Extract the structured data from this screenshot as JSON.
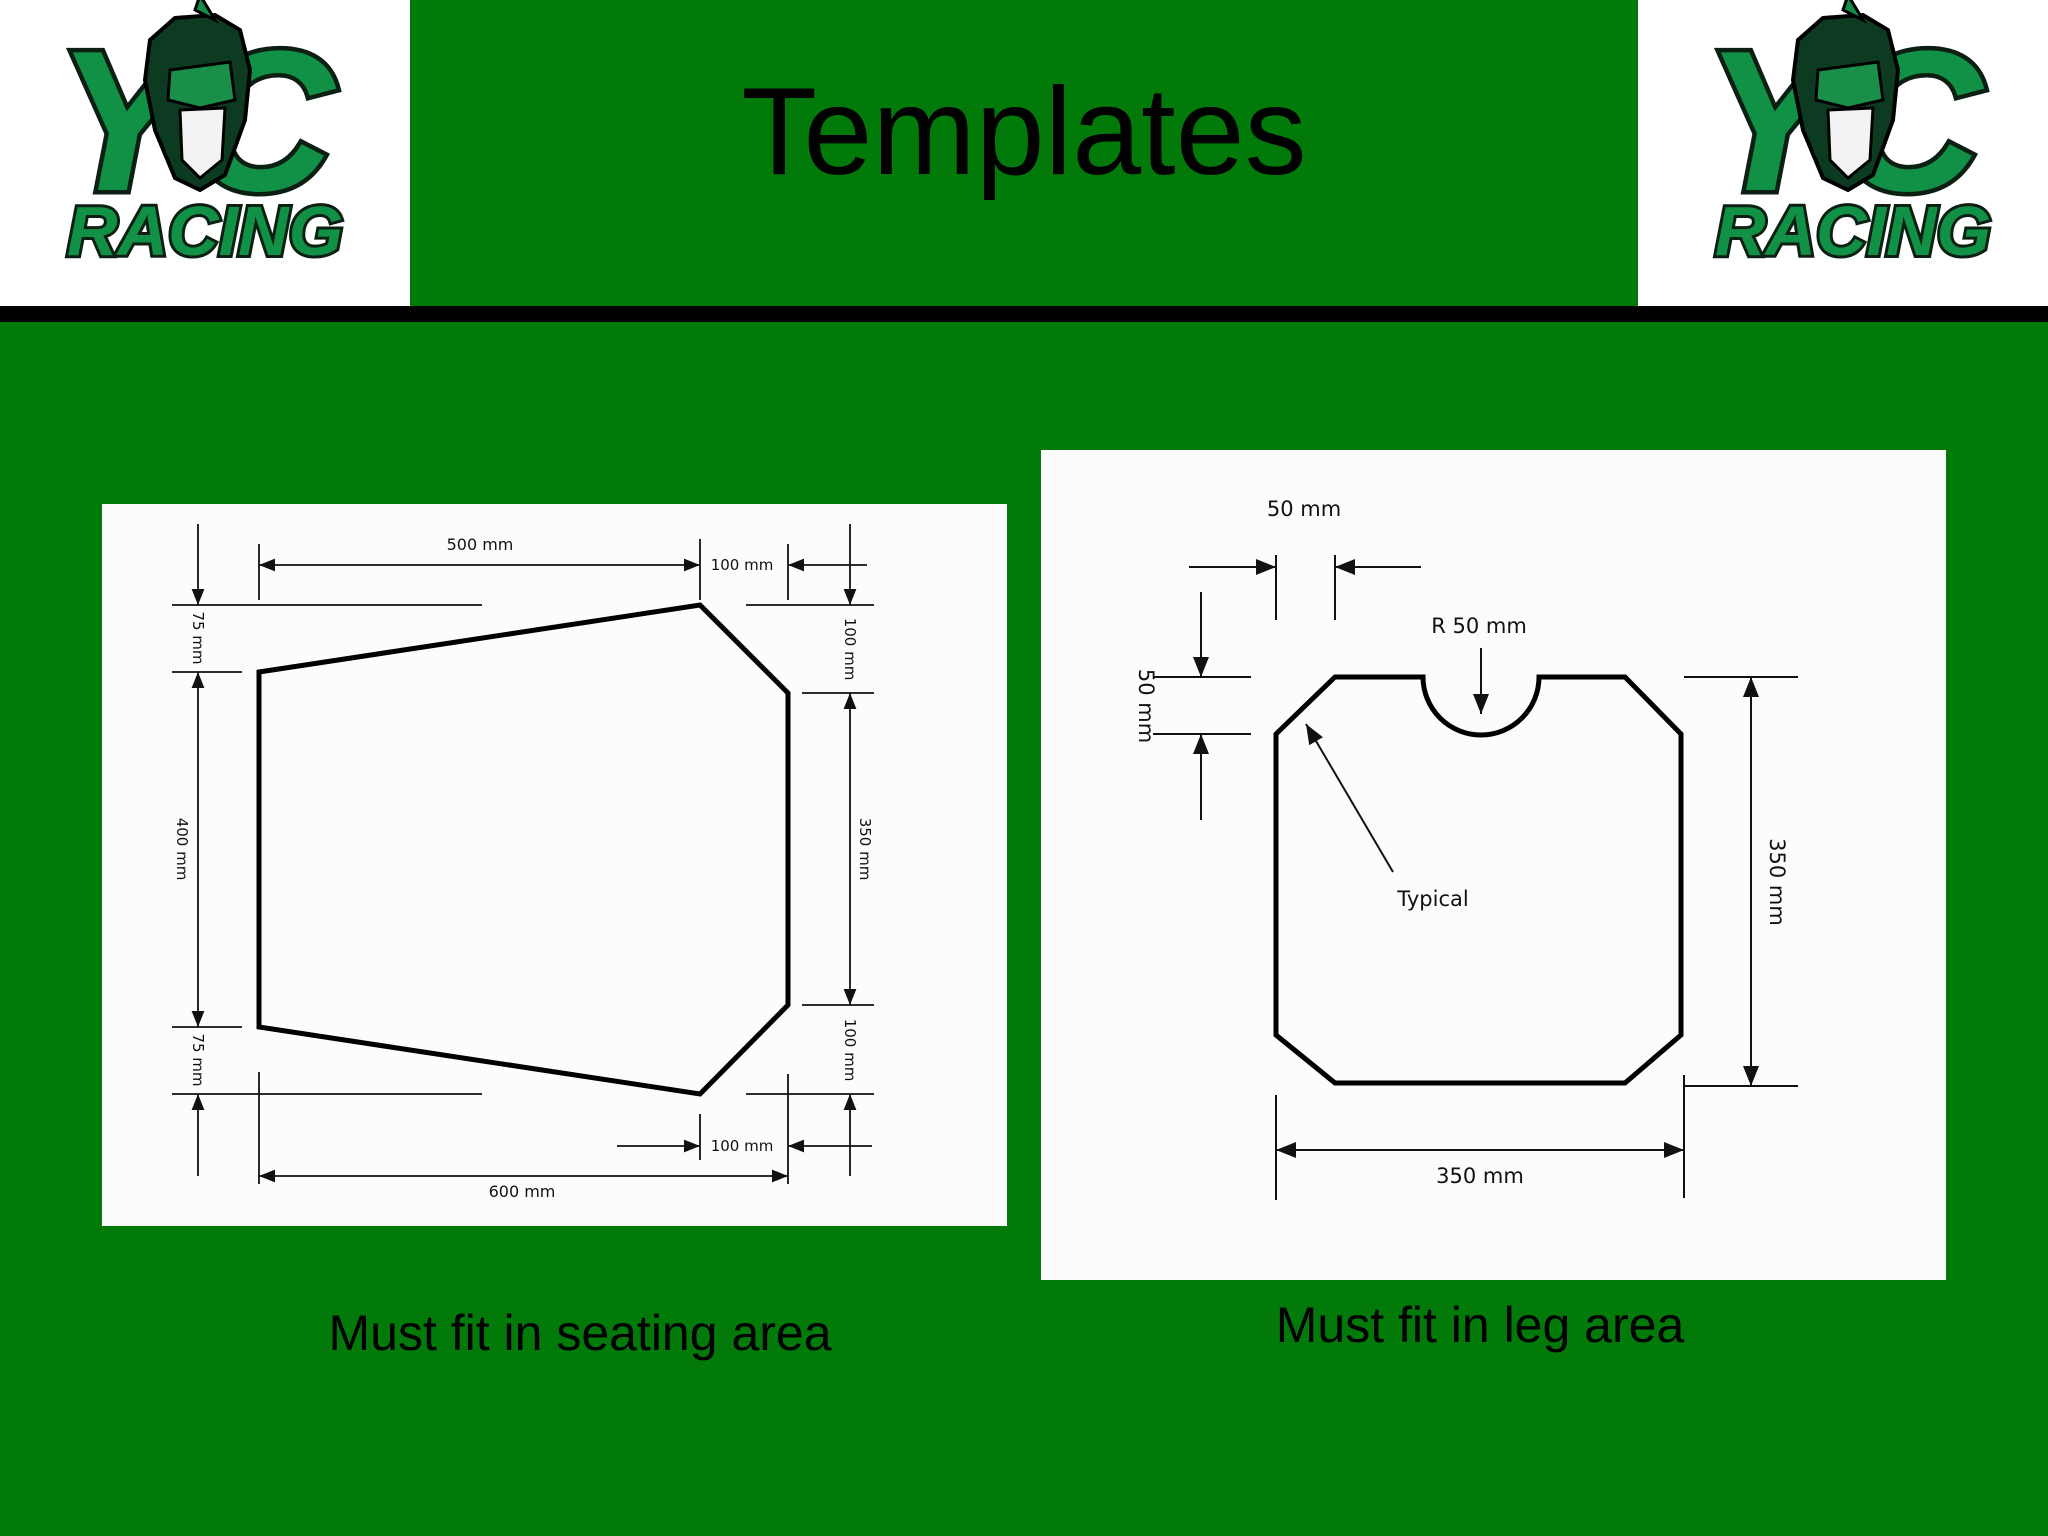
{
  "slide": {
    "title": "Templates",
    "logo_text": "RACING",
    "logo_letters": "YC",
    "colors": {
      "background": "#027a0a",
      "logo_green": "#119146",
      "divider": "#000000"
    }
  },
  "seat_template": {
    "caption": "Must fit in seating area",
    "dims": {
      "top_width": "500 mm",
      "top_offset": "100 mm",
      "left_top": "75 mm",
      "left_mid": "400 mm",
      "left_bottom": "75 mm",
      "right_top": "100 mm",
      "right_mid": "350 mm",
      "right_bottom": "100 mm",
      "bottom_offset": "100 mm",
      "bottom_width": "600 mm"
    }
  },
  "leg_template": {
    "caption": "Must fit in leg area",
    "dims": {
      "chamfer_width": "50 mm",
      "chamfer_height": "50 mm",
      "radius": "R 50 mm",
      "typical": "Typical",
      "height": "350 mm",
      "width": "350 mm"
    }
  }
}
